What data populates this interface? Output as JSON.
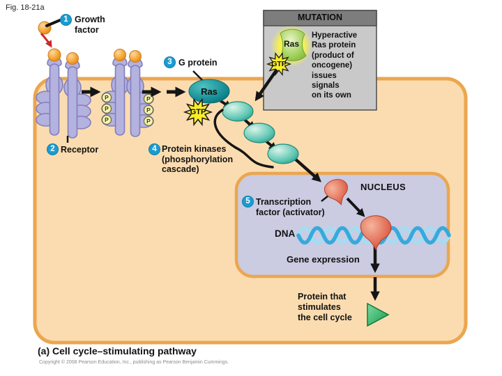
{
  "figure": {
    "id": "Fig. 18-21a",
    "caption": "(a) Cell cycle–stimulating pathway",
    "copyright": "Copyright © 2008 Pearson Education, Inc., publishing as Pearson Benjamin Cummings."
  },
  "steps": [
    {
      "num": "1",
      "label": "Growth\nfactor"
    },
    {
      "num": "2",
      "label": "Receptor"
    },
    {
      "num": "3",
      "label": "G protein"
    },
    {
      "num": "4",
      "label": "Protein kinases\n(phosphorylation\ncascade)"
    },
    {
      "num": "5",
      "label": "Transcription\nfactor (activator)"
    }
  ],
  "molecules": {
    "ras": "Ras",
    "gtp": "GTP",
    "phosphate": "P",
    "dna": "DNA"
  },
  "mutation_box": {
    "title": "MUTATION",
    "ras": "Ras",
    "gtp": "GTP",
    "description": "Hyperactive\nRas protein\n(product of\noncogene)\nissues\nsignals\non its own"
  },
  "nucleus": {
    "label": "NUCLEUS",
    "gene_expression": "Gene expression"
  },
  "outputs": {
    "protein": "Protein that\nstimulates\nthe cell cycle"
  },
  "colors": {
    "cell_fill": "#fbdcb0",
    "membrane": "#eba64f",
    "nucleus_fill": "#cbcbe2",
    "ras_teal": "#128c94",
    "kinase_teal": "#6fcdbc",
    "step_circle": "#1b9cd1",
    "gtp_yellow": "#f8ee2b",
    "mutation_header": "#7d7d7d",
    "mutation_body": "#c9c9c9",
    "mutation_green": "#8dc63f",
    "tf_salmon": "#e4705b",
    "dna_blue": "#35aadc",
    "triangle_green": "#1fa45b",
    "receptor_lavender": "#b4b2de"
  }
}
